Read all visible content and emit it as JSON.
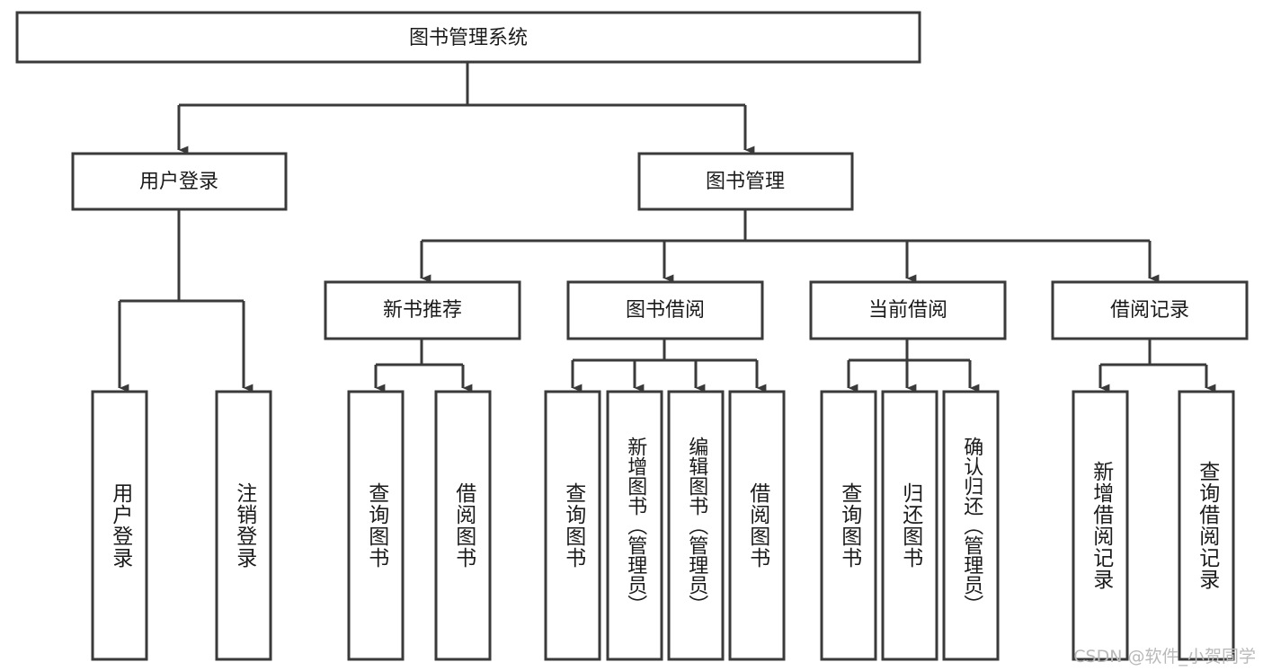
{
  "diagram": {
    "title_node": {
      "id": "root",
      "label": "图书管理系统"
    },
    "level2": [
      {
        "id": "login",
        "label": "用户登录"
      },
      {
        "id": "bookmgmt",
        "label": "图书管理"
      }
    ],
    "level3": [
      {
        "id": "newbook",
        "label": "新书推荐"
      },
      {
        "id": "borrow",
        "label": "图书借阅"
      },
      {
        "id": "current",
        "label": "当前借阅"
      },
      {
        "id": "records",
        "label": "借阅记录"
      }
    ],
    "leaves": {
      "login": [
        {
          "id": "leaf-user-login",
          "label": "用户登录"
        },
        {
          "id": "leaf-logout",
          "label": "注销登录"
        }
      ],
      "newbook": [
        {
          "id": "leaf-query-book-1",
          "label": "查询图书"
        },
        {
          "id": "leaf-borrow-book-1",
          "label": "借阅图书"
        }
      ],
      "borrow": [
        {
          "id": "leaf-query-book-2",
          "label": "查询图书"
        },
        {
          "id": "leaf-add-book",
          "label": "新增图书（管理员）"
        },
        {
          "id": "leaf-edit-book",
          "label": "编辑图书（管理员）"
        },
        {
          "id": "leaf-borrow-book-2",
          "label": "借阅图书"
        }
      ],
      "current": [
        {
          "id": "leaf-query-book-3",
          "label": "查询图书"
        },
        {
          "id": "leaf-return-book",
          "label": "归还图书"
        },
        {
          "id": "leaf-confirm-return",
          "label": "确认归还（管理员）"
        }
      ],
      "records": [
        {
          "id": "leaf-add-record",
          "label": "新增借阅记录"
        },
        {
          "id": "leaf-query-record",
          "label": "查询借阅记录"
        }
      ]
    },
    "watermark": "CSDN @软件_小贺同学",
    "colors": {
      "stroke": "#3a3a3a",
      "box_fill": "#ffffff",
      "text": "#1b1b1b",
      "watermark": "#b9b9b9",
      "background": "#ffffff"
    }
  }
}
